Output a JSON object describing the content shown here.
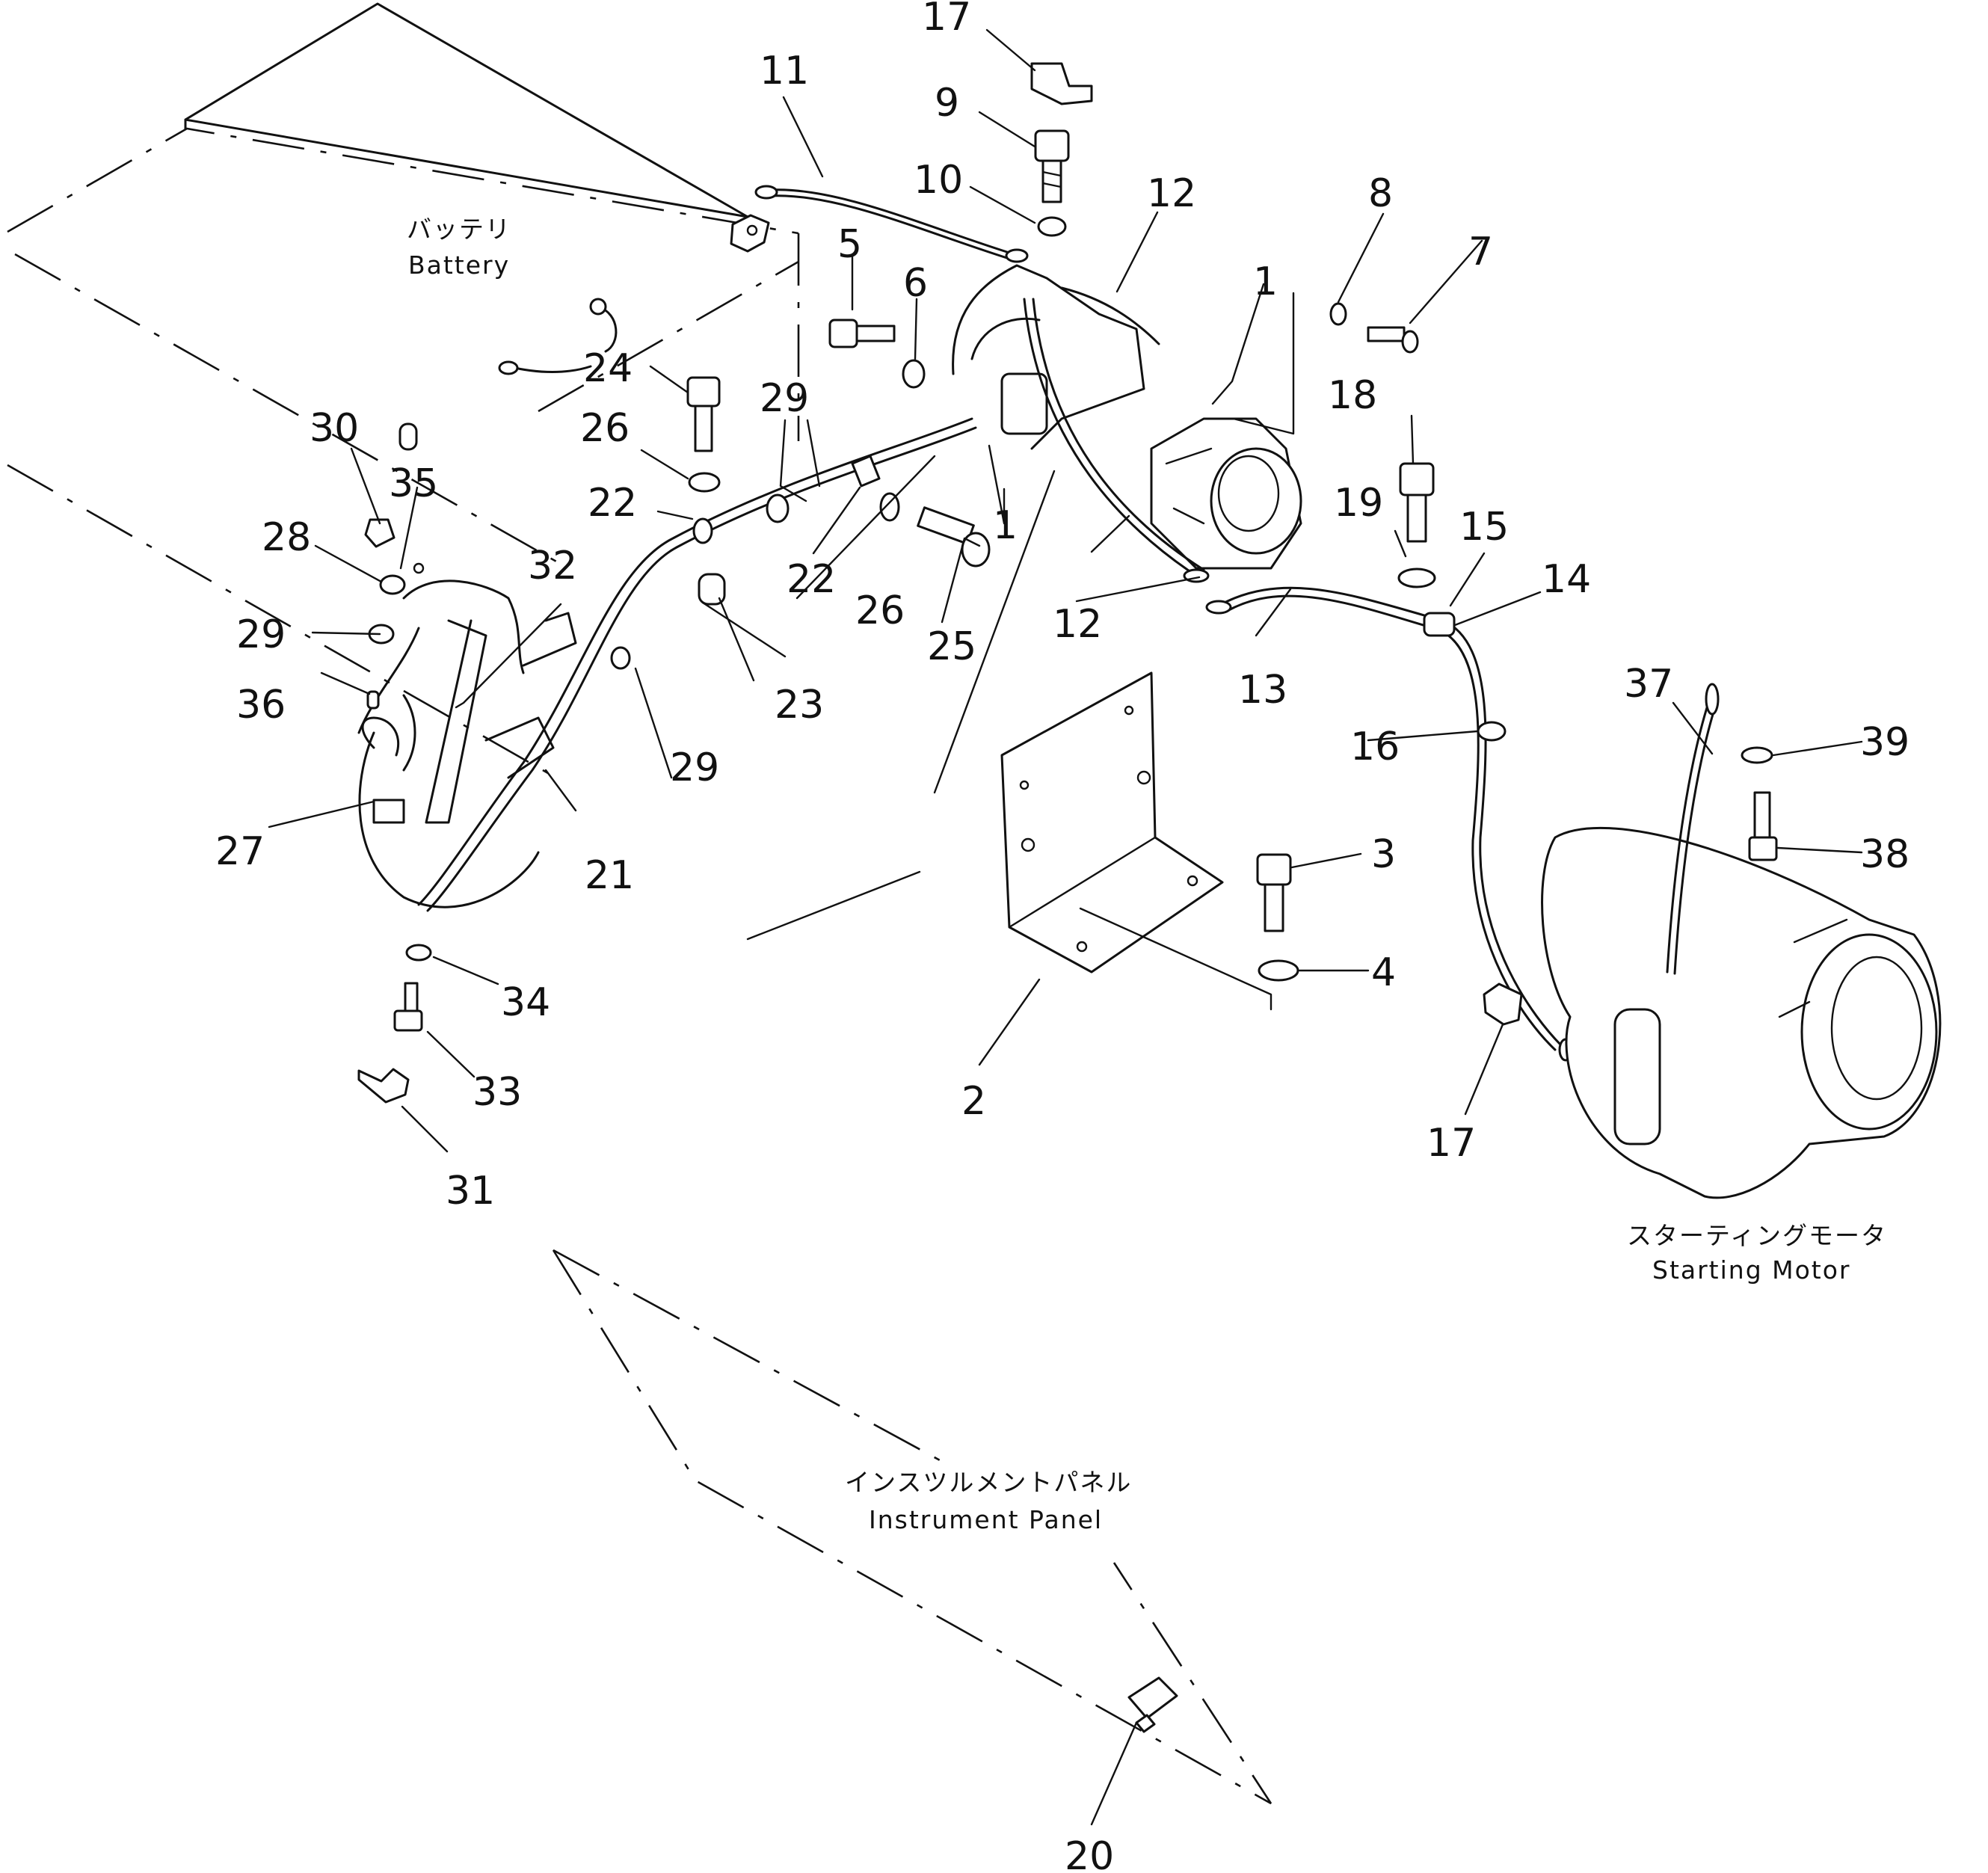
{
  "captions": {
    "battery_jp": "バッテリ",
    "battery_en": "Battery",
    "motor_jp": "スターティングモータ",
    "motor_en": "Starting Motor",
    "panel_jp": "インスツルメントパネル",
    "panel_en": "Instrument Panel"
  },
  "callouts": [
    {
      "id": "c17a",
      "label": "17"
    },
    {
      "id": "c9",
      "label": "9"
    },
    {
      "id": "c11",
      "label": "11"
    },
    {
      "id": "c10",
      "label": "10"
    },
    {
      "id": "c12a",
      "label": "12"
    },
    {
      "id": "c8",
      "label": "8"
    },
    {
      "id": "c7",
      "label": "7"
    },
    {
      "id": "c5",
      "label": "5"
    },
    {
      "id": "c6",
      "label": "6"
    },
    {
      "id": "c1a",
      "label": "1"
    },
    {
      "id": "c24",
      "label": "24"
    },
    {
      "id": "c18",
      "label": "18"
    },
    {
      "id": "c30",
      "label": "30"
    },
    {
      "id": "c26a",
      "label": "26"
    },
    {
      "id": "c29a",
      "label": "29"
    },
    {
      "id": "c35",
      "label": "35"
    },
    {
      "id": "c22a",
      "label": "22"
    },
    {
      "id": "c19",
      "label": "19"
    },
    {
      "id": "c15",
      "label": "15"
    },
    {
      "id": "c1b",
      "label": "1"
    },
    {
      "id": "c28",
      "label": "28"
    },
    {
      "id": "c32",
      "label": "32"
    },
    {
      "id": "c14",
      "label": "14"
    },
    {
      "id": "c22b",
      "label": "22"
    },
    {
      "id": "c29b",
      "label": "29"
    },
    {
      "id": "c26b",
      "label": "26"
    },
    {
      "id": "c12b",
      "label": "12"
    },
    {
      "id": "c36",
      "label": "36"
    },
    {
      "id": "c25",
      "label": "25"
    },
    {
      "id": "c13",
      "label": "13"
    },
    {
      "id": "c37",
      "label": "37"
    },
    {
      "id": "c23",
      "label": "23"
    },
    {
      "id": "c16",
      "label": "16"
    },
    {
      "id": "c39",
      "label": "39"
    },
    {
      "id": "c29c",
      "label": "29"
    },
    {
      "id": "c3",
      "label": "3"
    },
    {
      "id": "c27",
      "label": "27"
    },
    {
      "id": "c38",
      "label": "38"
    },
    {
      "id": "c21",
      "label": "21"
    },
    {
      "id": "c4",
      "label": "4"
    },
    {
      "id": "c34",
      "label": "34"
    },
    {
      "id": "c2",
      "label": "2"
    },
    {
      "id": "c33",
      "label": "33"
    },
    {
      "id": "c17b",
      "label": "17"
    },
    {
      "id": "c31",
      "label": "31"
    },
    {
      "id": "c20",
      "label": "20"
    }
  ]
}
